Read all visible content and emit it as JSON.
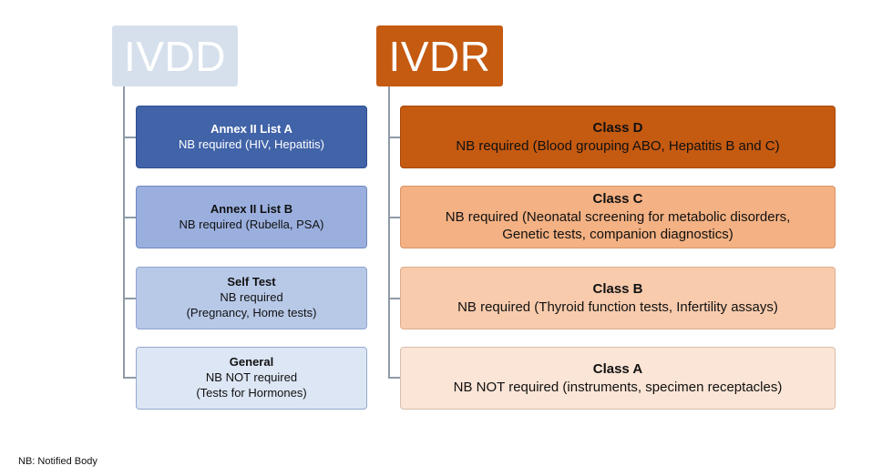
{
  "ivdd": {
    "header": "IVDD",
    "items": [
      {
        "title": "Annex II List A",
        "lines": [
          "NB required (HIV, Hepatitis)"
        ]
      },
      {
        "title": "Annex II List B",
        "lines": [
          "NB required (Rubella, PSA)"
        ]
      },
      {
        "title": "Self Test",
        "lines": [
          "NB required",
          "(Pregnancy, Home tests)"
        ]
      },
      {
        "title": "General",
        "lines": [
          "NB NOT required",
          "(Tests for Hormones)"
        ]
      }
    ]
  },
  "ivdr": {
    "header": "IVDR",
    "items": [
      {
        "title": "Class D",
        "lines": [
          "NB required (Blood grouping ABO, Hepatitis B and C)"
        ]
      },
      {
        "title": "Class C",
        "lines": [
          "NB required (Neonatal screening for metabolic disorders,",
          "Genetic tests, companion diagnostics)"
        ]
      },
      {
        "title": "Class B",
        "lines": [
          "NB required (Thyroid function tests, Infertility assays)"
        ]
      },
      {
        "title": "Class A",
        "lines": [
          "NB NOT required (instruments, specimen receptacles)"
        ]
      }
    ]
  },
  "colors": {
    "ivdd_header": "#d6e0ec",
    "ivdr_header": "#c55a11",
    "ivdd_list_a": "#4163a8",
    "ivdd_list_b": "#9aafde",
    "ivdd_self_test": "#b8c9e8",
    "ivdd_general": "#dde6f4",
    "ivdr_class_d": "#c55a11",
    "ivdr_class_c": "#f4b183",
    "ivdr_class_b": "#f8cbad",
    "ivdr_class_a": "#fbe5d6"
  },
  "footnote": "NB: Notified Body"
}
